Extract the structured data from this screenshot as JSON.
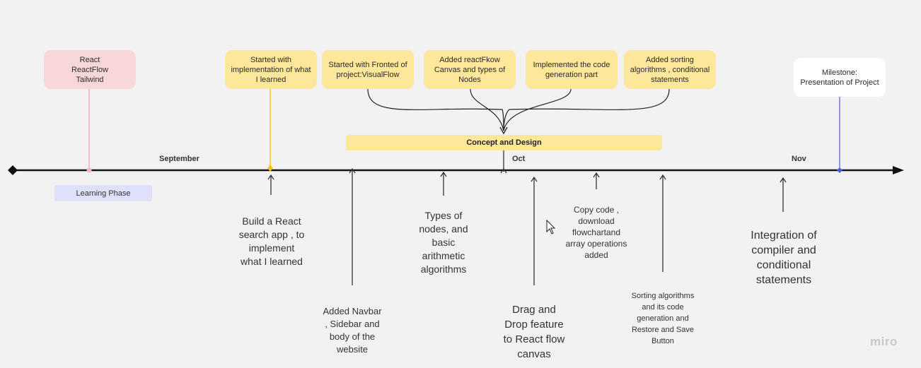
{
  "stickies": {
    "tech": "React\nReactFlow\nTailwind",
    "started_impl": "Started with\nimplementation of what\nI learned",
    "started_frontend": "Started with Fronted of\nproject:VisualFlow",
    "added_reactflow": "Added reactFkow\nCanvas and types of\nNodes",
    "code_gen": "Implemented the code\ngeneration part",
    "sorting": "Added sorting\nalgorithms , conditional\nstatements",
    "milestone": "Milestone:\nPresentation of Project"
  },
  "concept_label": "Concept and Design",
  "learning_label": "Learning Phase",
  "months": {
    "september": "September",
    "oct": "Oct",
    "nov": "Nov"
  },
  "notes": {
    "search_app": "Build a React\nsearch app , to\nimplement\nwhat I learned",
    "navbar": "Added Navbar\n, Sidebar  and\nbody of the\nwebsite",
    "types_nodes": "Types of\nnodes, and\nbasic\narithmetic\nalgorithms",
    "drag_drop": "Drag and\nDrop feature\nto React flow\ncanvas",
    "copy_code": "Copy code ,\ndownload\nflowchartand\narray operations\nadded",
    "sorting_code": "Sorting algorithms\nand its code\ngeneration and\nRestore and Save\nButton",
    "integration": "Integration of\ncompiler and\nconditional\nstatements"
  },
  "brand": "miro",
  "colors": {
    "background": "#f2f2f2",
    "pink": "#f8d7d9",
    "yellow": "#fde79b",
    "learning": "#dfe1fa",
    "milestone_line": "#4a5bd4"
  }
}
